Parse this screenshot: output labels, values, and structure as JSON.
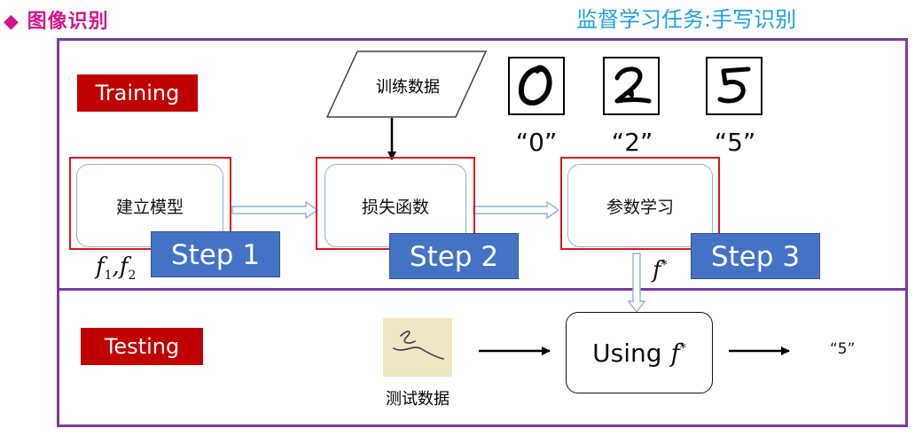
{
  "header": {
    "title": "图像识别",
    "subtitle": "监督学习任务:手写识别"
  },
  "training": {
    "tag": "Training",
    "data_label": "训练数据",
    "digits": [
      {
        "glyph": "0",
        "label": "“0”"
      },
      {
        "glyph": "2",
        "label": "“2”"
      },
      {
        "glyph": "5",
        "label": "“5”"
      }
    ],
    "steps": [
      {
        "box_label": "建立模型",
        "step_label": "Step 1"
      },
      {
        "box_label": "损失函数",
        "step_label": "Step 2"
      },
      {
        "box_label": "参数学习",
        "step_label": "Step 3"
      }
    ],
    "model_note": "f",
    "model_note_sub1": "1",
    "model_note_sep": ",",
    "model_note_sub2": "2",
    "result_fn": "f",
    "result_sup": "*"
  },
  "testing": {
    "tag": "Testing",
    "data_label": "测试数据",
    "using_label": "Using",
    "using_fn": "f",
    "using_sup": "*",
    "output": "“5”"
  },
  "colors": {
    "accent_title": "#d4168a",
    "subtitle": "#1fa0e3",
    "panel_border": "#7a3aa3",
    "tag_bg": "#c00000",
    "frame_red": "#e0141e",
    "step_blue": "#4472c4"
  }
}
